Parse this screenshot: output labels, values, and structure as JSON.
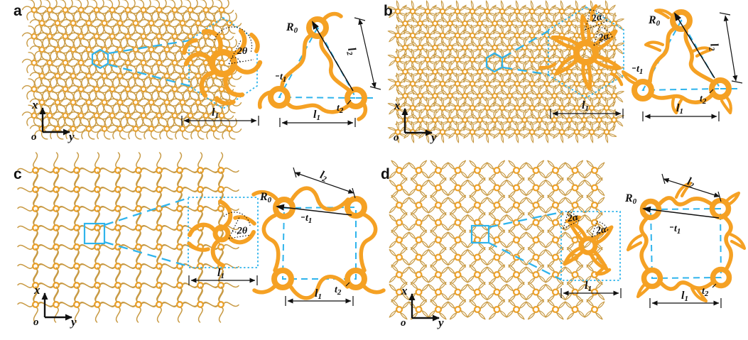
{
  "panels": {
    "a": "a",
    "b": "b",
    "c": "c",
    "d": "d"
  },
  "labels": {
    "two_theta": "2θ",
    "two_alpha": "2α",
    "r0": {
      "base": "R",
      "sub": "0"
    },
    "l1": {
      "base": "l",
      "sub": "1"
    },
    "l2": {
      "base": "l",
      "sub": "2"
    },
    "t1": {
      "base": "t",
      "sub": "1"
    },
    "t2": {
      "base": "t",
      "sub": "2"
    }
  },
  "axes": {
    "x": "x",
    "y": "y",
    "origin": "o"
  },
  "colors": {
    "lattice_orange": "#F5A124",
    "lattice_ring": "#EFA229",
    "lattice_tan": "#C89A44",
    "highlight_cyan": "#2FB4EC",
    "annotation_black": "#111111",
    "background": "#FFFFFF"
  }
}
